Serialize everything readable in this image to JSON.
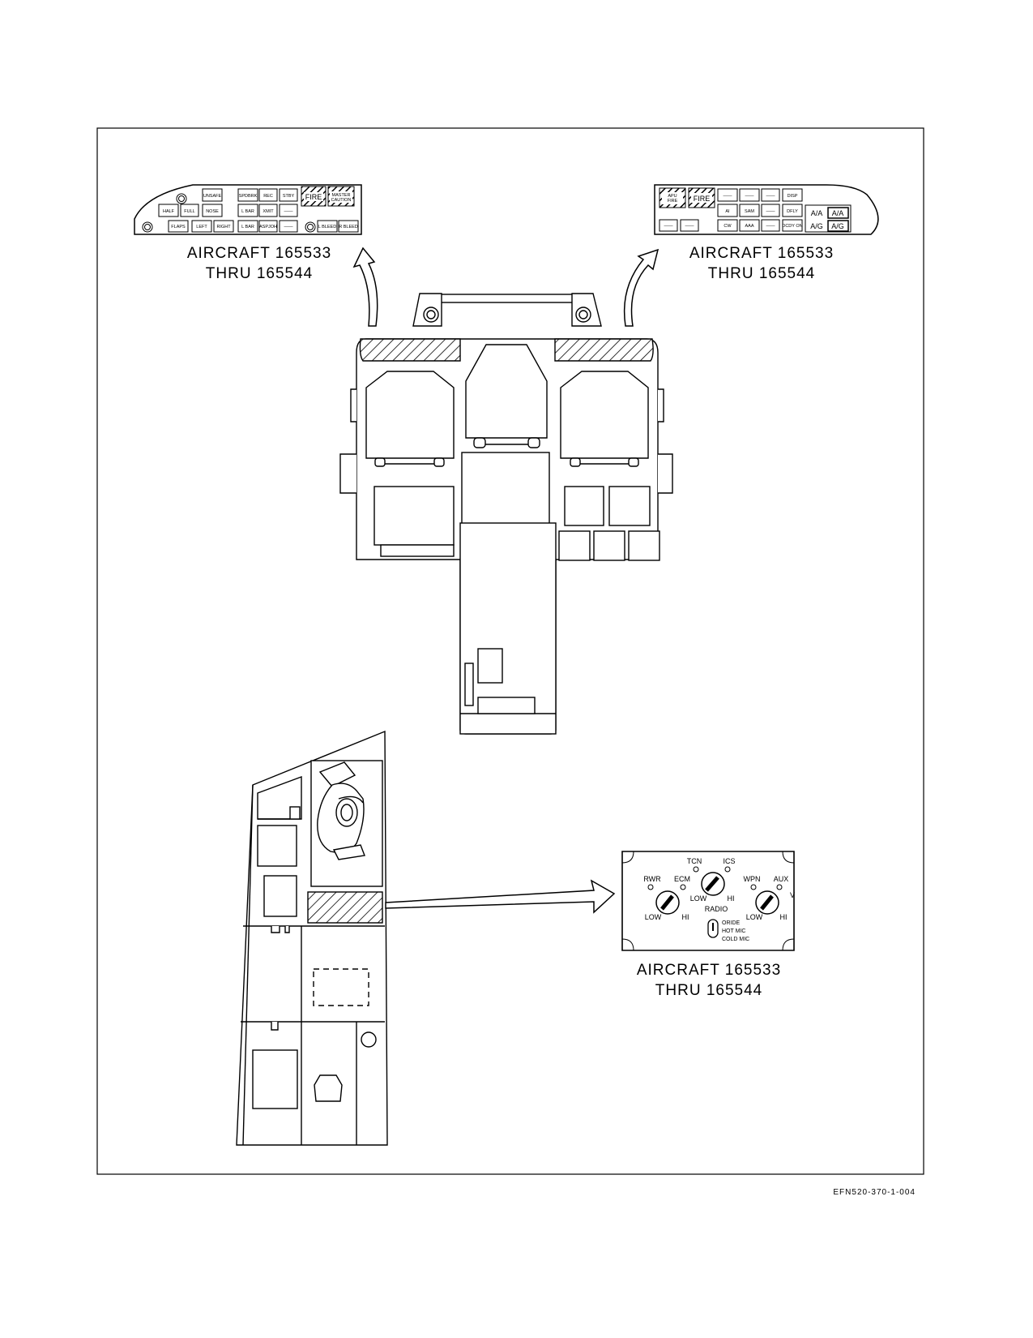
{
  "figure_id": "EFN520-370-1-004",
  "left_panel": {
    "caption_line1": "AIRCRAFT 165533",
    "caption_line2": "THRU 165544",
    "buttons": {
      "unsafe": "UNSAFE",
      "spdbrk": "SPDBRK",
      "rec": "REC",
      "stby": "STBY",
      "fire": "FIRE",
      "master1": "MASTER",
      "master2": "CAUTION",
      "half": "HALF",
      "full": "FULL",
      "nose": "NOSE",
      "lbar1": "L BAR",
      "xmit": "XMIT",
      "dash1": "——",
      "flaps": "FLAPS",
      "left": "LEFT",
      "right": "RIGHT",
      "lbar2": "L BAR",
      "aspjoh": "ASPJOH",
      "dash2": "——",
      "lbleed": "L BLEED",
      "rbleed": "R BLEED"
    }
  },
  "right_panel": {
    "caption_line1": "AIRCRAFT 165533",
    "caption_line2": "THRU 165544",
    "buttons": {
      "apu1": "APU",
      "apu2": "FIRE",
      "fire": "FIRE",
      "dash": "——",
      "disp": "DISP",
      "ai": "AI",
      "sam": "SAM",
      "dfly": "DFLY",
      "cw": "CW",
      "aaa": "AAA",
      "dcdy": "DCDY ON",
      "aa": "A/A",
      "ag": "A/G"
    }
  },
  "comm_panel": {
    "caption_line1": "AIRCRAFT 165533",
    "caption_line2": "THRU 165544",
    "labels": {
      "tcn": "TCN",
      "ics": "ICS",
      "rwr": "RWR",
      "ecm": "ECM",
      "wpn": "WPN",
      "aux": "AUX",
      "v": "V",
      "low": "LOW",
      "hi": "HI",
      "radio": "RADIO",
      "oride": "ORIDE",
      "hotmic": "HOT MIC",
      "coldmic": "COLD MIC"
    }
  }
}
